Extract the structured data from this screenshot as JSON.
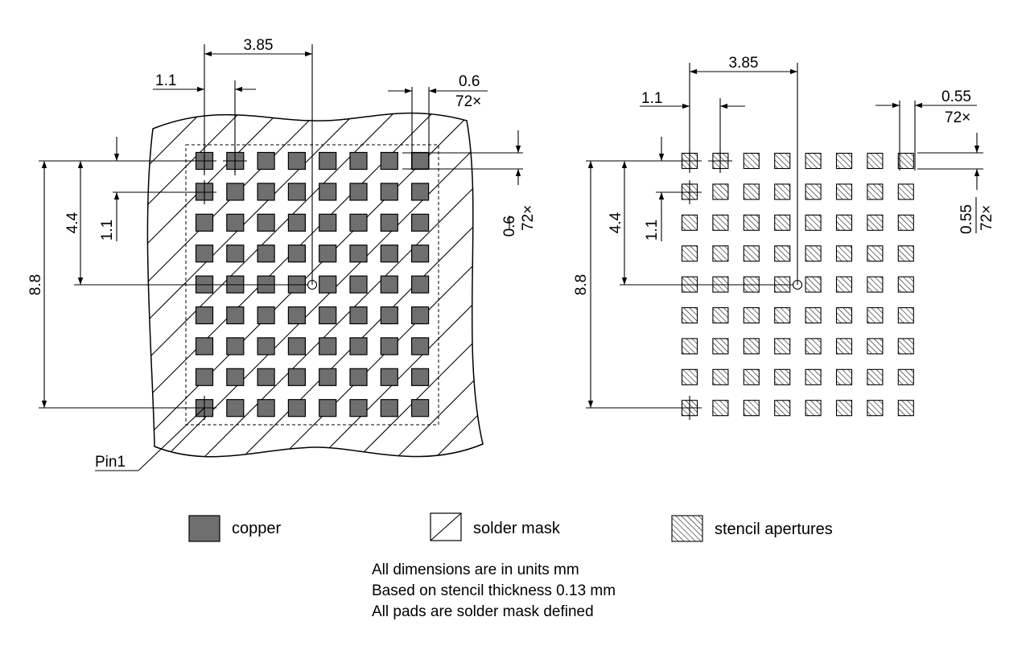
{
  "left_view": {
    "dims": {
      "pitch_x": "3.85",
      "pad_pitch_x": "1.1",
      "pad_size_top": "0.6",
      "pad_count_top": "72×",
      "pad_size_side": "0.6",
      "pad_count_side": "72×",
      "pitch_y_half": "4.4",
      "pad_pitch_y": "1.1",
      "pitch_y_full": "8.8"
    },
    "pin1_label": "Pin1"
  },
  "right_view": {
    "dims": {
      "pitch_x": "3.85",
      "pad_pitch_x": "1.1",
      "pad_size_top": "0.55",
      "pad_count_top": "72×",
      "pad_size_side": "0.55",
      "pad_count_side": "72×",
      "pitch_y_half": "4.4",
      "pad_pitch_y": "1.1",
      "pitch_y_full": "8.8"
    }
  },
  "grid": {
    "rows": 9,
    "cols": 8
  },
  "legend": {
    "copper": "copper",
    "solder_mask": "solder mask",
    "stencil": "stencil apertures"
  },
  "notes": [
    "All dimensions are in units mm",
    "Based on stencil thickness 0.13 mm",
    "All pads are solder mask defined"
  ],
  "colors": {
    "copper": "#6f6f6f",
    "line": "#000000"
  }
}
